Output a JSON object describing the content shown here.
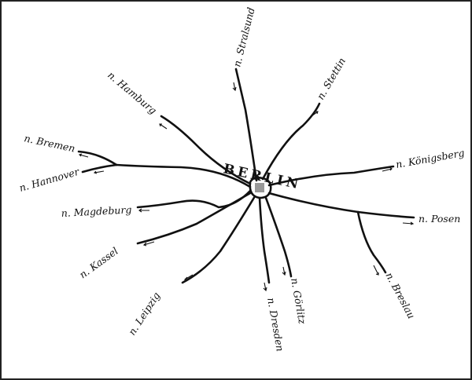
{
  "city": "BERLIN",
  "destinations": {
    "stralsund": "n. Stralsund",
    "stettin": "n. Stettin",
    "hamburg": "n. Hamburg",
    "bremen": "n. Bremen",
    "hannover": "n. Hannover",
    "koenigsberg": "n. Königsberg",
    "posen": "n. Posen",
    "magdeburg": "n. Magdeburg",
    "kassel": "n. Kassel",
    "leipzig": "n. Leipzig",
    "dresden": "n. Dresden",
    "goerlitz": "n. Görlitz",
    "breslau": "n. Breslau"
  }
}
